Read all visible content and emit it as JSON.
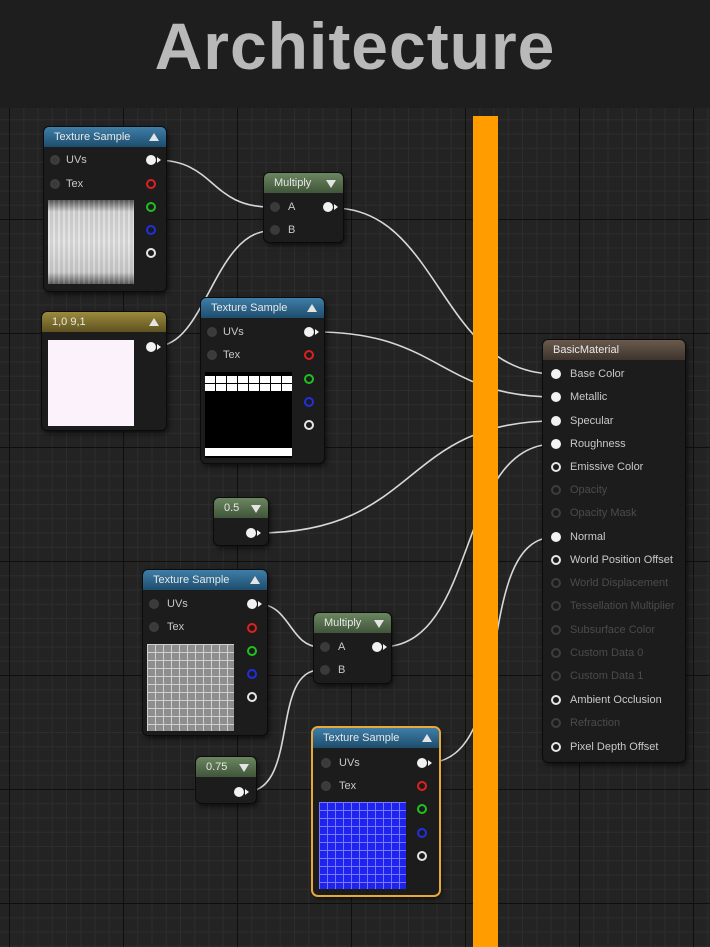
{
  "title": "Architecture",
  "colors": {
    "divider": "#ff9d00",
    "header_blue": "#2f6b93",
    "header_green": "#566f4d",
    "header_olive": "#8a7a30",
    "pin_red": "#e02020",
    "pin_green": "#20c020",
    "pin_blue": "#2030e0",
    "selected_outline": "#e8a93a"
  },
  "nodes": {
    "texture_sample_1": {
      "title": "Texture Sample",
      "uvs": "UVs",
      "tex": "Tex"
    },
    "constant3_1": {
      "title": "1,0 9,1"
    },
    "multiply_1": {
      "title": "Multiply",
      "a": "A",
      "b": "B"
    },
    "texture_sample_2": {
      "title": "Texture Sample",
      "uvs": "UVs",
      "tex": "Tex"
    },
    "constant_05": {
      "title": "0.5"
    },
    "texture_sample_3": {
      "title": "Texture Sample",
      "uvs": "UVs",
      "tex": "Tex"
    },
    "multiply_2": {
      "title": "Multiply",
      "a": "A",
      "b": "B"
    },
    "constant_075": {
      "title": "0.75"
    },
    "texture_sample_4": {
      "title": "Texture Sample",
      "uvs": "UVs",
      "tex": "Tex"
    },
    "basic_material": {
      "title": "BasicMaterial",
      "inputs": [
        "Base Color",
        "Metallic",
        "Specular",
        "Roughness",
        "Emissive Color",
        "Opacity",
        "Opacity Mask",
        "Normal",
        "World Position Offset",
        "World Displacement",
        "Tessellation Multiplier",
        "Subsurface Color",
        "Custom Data 0",
        "Custom Data 1",
        "Ambient Occlusion",
        "Refraction",
        "Pixel Depth Offset"
      ]
    }
  }
}
